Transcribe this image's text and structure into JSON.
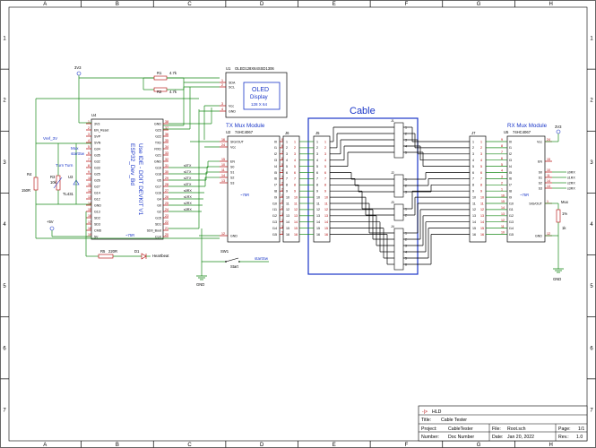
{
  "frame": {
    "columns": [
      "A",
      "B",
      "C",
      "D",
      "E",
      "F",
      "G",
      "H"
    ],
    "rows": [
      "1",
      "2",
      "3",
      "4",
      "5",
      "6",
      "7"
    ]
  },
  "title_block": {
    "company": "HLD",
    "title_label": "Title:",
    "title": "Cable Tester",
    "project_label": "Project:",
    "project": "CableTester",
    "file_label": "File:",
    "file": "Root.sch",
    "page_label": "Page:",
    "page": "1/1",
    "number_label": "Number:",
    "number": "Doc Number",
    "date_label": "Date:",
    "date": "Jan 20, 2022",
    "rev_label": "Rev.:",
    "rev": "1.0"
  },
  "esp32": {
    "ref": "U4",
    "name": "ESP32_Dev_Bd",
    "note": "Use IDE - DOIT DEVKIT V1",
    "power": "~75R",
    "left_pins": [
      {
        "num": "1",
        "name": "3V3"
      },
      {
        "num": "2",
        "name": "EN_Reset"
      },
      {
        "num": "3",
        "name": "SVP"
      },
      {
        "num": "4",
        "name": "SVN"
      },
      {
        "num": "5",
        "name": "G34"
      },
      {
        "num": "6",
        "name": "G35"
      },
      {
        "num": "7",
        "name": "G32"
      },
      {
        "num": "8",
        "name": "G33"
      },
      {
        "num": "9",
        "name": "G25"
      },
      {
        "num": "10",
        "name": "G26"
      },
      {
        "num": "11",
        "name": "G27"
      },
      {
        "num": "12",
        "name": "G14"
      },
      {
        "num": "13",
        "name": "G12"
      },
      {
        "num": "14",
        "name": "GND"
      },
      {
        "num": "15",
        "name": "G13"
      },
      {
        "num": "16",
        "name": "SD2"
      },
      {
        "num": "17",
        "name": "SD3"
      },
      {
        "num": "18",
        "name": "CMD"
      },
      {
        "num": "19",
        "name": "5V"
      }
    ],
    "right_pins": [
      {
        "num": "38",
        "name": "GND"
      },
      {
        "num": "37",
        "name": "G23"
      },
      {
        "num": "36",
        "name": "G22"
      },
      {
        "num": "35",
        "name": "TXD"
      },
      {
        "num": "34",
        "name": "RXD"
      },
      {
        "num": "33",
        "name": "G21"
      },
      {
        "num": "32",
        "name": "GND"
      },
      {
        "num": "31",
        "name": "G19"
      },
      {
        "num": "30",
        "name": "G18"
      },
      {
        "num": "29",
        "name": "G5"
      },
      {
        "num": "28",
        "name": "G17"
      },
      {
        "num": "27",
        "name": "G16"
      },
      {
        "num": "26",
        "name": "G4"
      },
      {
        "num": "25",
        "name": "G0"
      },
      {
        "num": "24",
        "name": "G2"
      },
      {
        "num": "23",
        "name": "G15"
      },
      {
        "num": "22",
        "name": "SD1"
      },
      {
        "num": "21",
        "name": "SD0_Boot"
      },
      {
        "num": "20",
        "name": "CLK"
      }
    ]
  },
  "oled": {
    "ref": "U1",
    "part": "OLED128X64SSD1306",
    "pins": [
      {
        "num": "1",
        "name": "SDA"
      },
      {
        "num": "2",
        "name": "SCL"
      },
      {
        "num": "3",
        "name": "Vcc"
      },
      {
        "num": "4",
        "name": "GND"
      }
    ],
    "text_line1": "OLED",
    "text_line2": "Display",
    "text_line3": "128 X 64"
  },
  "r1": {
    "ref": "R1",
    "value": "4.7k"
  },
  "r2": {
    "ref": "R2",
    "value": "4.7k"
  },
  "tx_mux": {
    "title": "TX Mux Module",
    "ref": "U2",
    "part": "74HC4067",
    "power": "~75R",
    "left_pins": [
      {
        "num": "16",
        "name": "SIG/OUT"
      },
      {
        "num": "24",
        "name": "Vcc"
      },
      {
        "num": "15",
        "name": "EN"
      },
      {
        "num": "10",
        "name": "S0"
      },
      {
        "num": "11",
        "name": "S1"
      },
      {
        "num": "14",
        "name": "S2"
      },
      {
        "num": "13",
        "name": "S3"
      },
      {
        "num": "12",
        "name": "GND"
      }
    ],
    "channels": [
      "I0",
      "I1",
      "I2",
      "I3",
      "I4",
      "I5",
      "I6",
      "I7",
      "I8",
      "I9",
      "I10",
      "I11",
      "I12",
      "I13",
      "I14",
      "I15"
    ],
    "channel_pins": [
      "9",
      "8",
      "7",
      "6",
      "5",
      "4",
      "3",
      "2",
      "23",
      "22",
      "21",
      "20",
      "19",
      "18",
      "17",
      "16"
    ]
  },
  "rx_mux": {
    "title": "RX Mux Module",
    "ref": "U5",
    "part": "74HC4067",
    "power": "~75R",
    "right_pins": [
      {
        "num": "24",
        "name": "Vcc"
      },
      {
        "num": "15",
        "name": "EN"
      },
      {
        "num": "10",
        "name": "S0"
      },
      {
        "num": "11",
        "name": "S1"
      },
      {
        "num": "14",
        "name": "S2"
      },
      {
        "num": "13",
        "name": "S3"
      },
      {
        "num": "1",
        "name": "SIG/OUT"
      },
      {
        "num": "12",
        "name": "GND"
      }
    ],
    "channels": [
      "I0",
      "I1",
      "I2",
      "I3",
      "I4",
      "I5",
      "I6",
      "I7",
      "I8",
      "I9",
      "I10",
      "I11",
      "I12",
      "I13",
      "I14",
      "I15"
    ]
  },
  "cable": {
    "title": "Cable",
    "j5": "J5",
    "j6": "J6",
    "j7": "J7",
    "j1": "J1",
    "j2": "J2",
    "j3": "J3",
    "j4": "J4",
    "pins": [
      "1",
      "2",
      "3",
      "4",
      "5",
      "6",
      "7",
      "8",
      "9",
      "10",
      "11",
      "12",
      "13",
      "14",
      "15",
      "16"
    ]
  },
  "nets": {
    "v33_top": "3V3",
    "v33_rx": "3V3",
    "v5": "+5V",
    "vref": "Vref_3V",
    "mux": "Mux",
    "startsw_left": "startSw",
    "startsw_right": "startSw",
    "mux_rx": "Mux",
    "gnd1": "GND",
    "gnd2": "GND",
    "heartbeat": "Heartbeat",
    "txsig": [
      "s0TX",
      "s1TX",
      "s2TX",
      "s3TX",
      "s0RX",
      "s1RX",
      "s2RX",
      "s3RX"
    ],
    "rxsig": [
      "s0RX",
      "s1RX",
      "s2RX",
      "s3RX"
    ]
  },
  "pot": {
    "label": "Turn Turn",
    "ref": "R3",
    "value": "10k",
    "r4": "R4",
    "r4v": "150R"
  },
  "tl431": {
    "ref": "U3",
    "name": "TL431"
  },
  "r5": {
    "ref": "R5",
    "value": "220R"
  },
  "d1": {
    "ref": "D1"
  },
  "sw": {
    "ref": "SW1",
    "name": "Start"
  },
  "r6": {
    "ref": "R6",
    "value": "1%",
    "value2": "1k"
  }
}
